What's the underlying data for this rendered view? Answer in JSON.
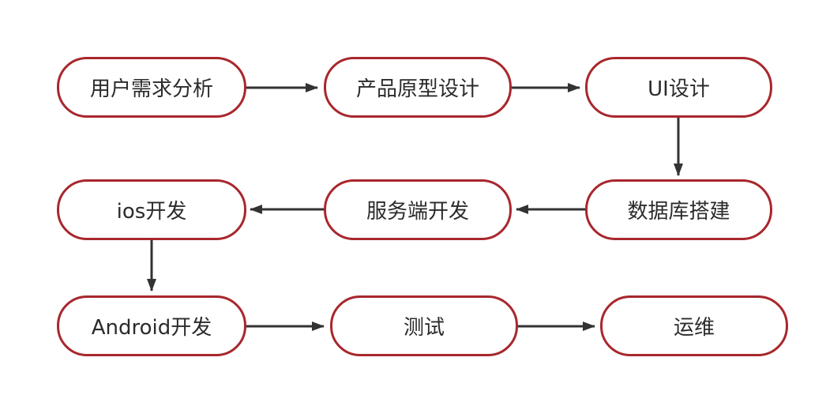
{
  "flowchart": {
    "nodes": [
      {
        "id": "n1",
        "label": "用户需求分析"
      },
      {
        "id": "n2",
        "label": "产品原型设计"
      },
      {
        "id": "n3",
        "label": "UI设计"
      },
      {
        "id": "n4",
        "label": "数据库搭建"
      },
      {
        "id": "n5",
        "label": "服务端开发"
      },
      {
        "id": "n6",
        "label": "ios开发"
      },
      {
        "id": "n7",
        "label": "Android开发"
      },
      {
        "id": "n8",
        "label": "测试"
      },
      {
        "id": "n9",
        "label": "运维"
      }
    ],
    "edges": [
      {
        "from": "n1",
        "to": "n2"
      },
      {
        "from": "n2",
        "to": "n3"
      },
      {
        "from": "n3",
        "to": "n4"
      },
      {
        "from": "n4",
        "to": "n5"
      },
      {
        "from": "n5",
        "to": "n6"
      },
      {
        "from": "n6",
        "to": "n7"
      },
      {
        "from": "n7",
        "to": "n8"
      },
      {
        "from": "n8",
        "to": "n9"
      }
    ],
    "colors": {
      "node_border": "#a8272c",
      "node_fill": "#ffffff",
      "text": "#2b2b2b",
      "arrow": "#333333"
    }
  }
}
